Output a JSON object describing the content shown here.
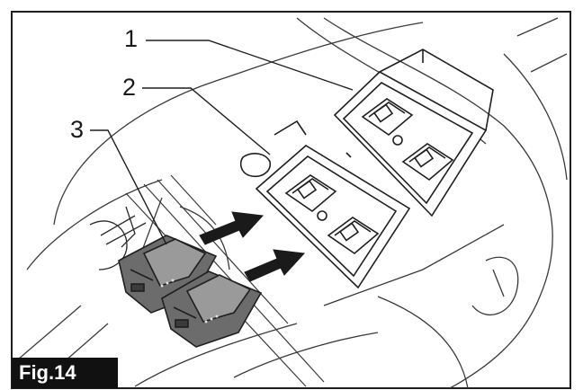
{
  "figure": {
    "tag": "Fig.14"
  },
  "callouts": [
    {
      "number": "1"
    },
    {
      "number": "2"
    },
    {
      "number": "3"
    }
  ],
  "colors": {
    "line": "#1f1f1f",
    "battery_body": "#6c6c6c",
    "battery_top": "#9a9a9a",
    "arrow": "#1a1a1a",
    "tag_background": "#111111"
  }
}
